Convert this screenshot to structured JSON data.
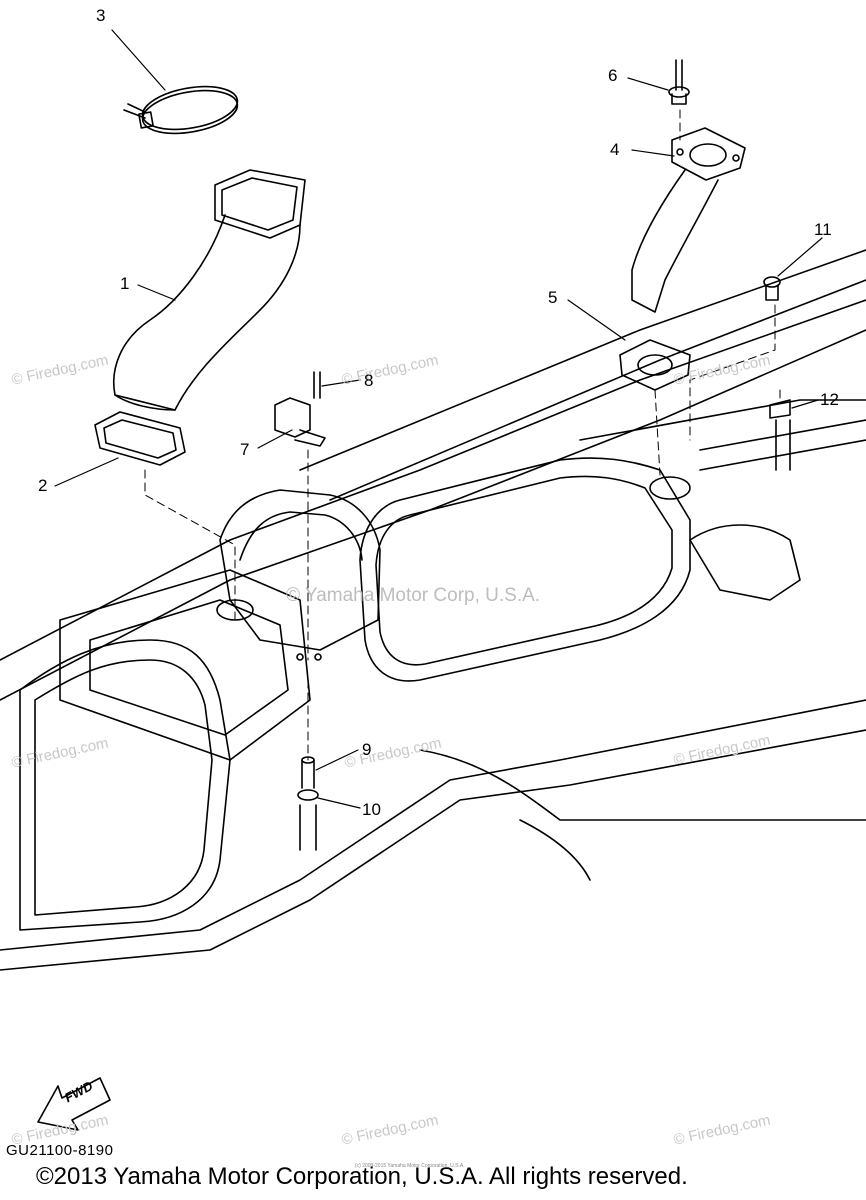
{
  "callouts": [
    {
      "id": "c1",
      "label": "1"
    },
    {
      "id": "c2",
      "label": "2"
    },
    {
      "id": "c3",
      "label": "3"
    },
    {
      "id": "c4",
      "label": "4"
    },
    {
      "id": "c5",
      "label": "5"
    },
    {
      "id": "c6",
      "label": "6"
    },
    {
      "id": "c7",
      "label": "7"
    },
    {
      "id": "c8",
      "label": "8"
    },
    {
      "id": "c9",
      "label": "9"
    },
    {
      "id": "c10",
      "label": "10"
    },
    {
      "id": "c11",
      "label": "11"
    },
    {
      "id": "c12",
      "label": "12"
    }
  ],
  "watermarks": {
    "firedog": "© Firedog.com",
    "center": "© Yamaha Motor Corp, U.S.A."
  },
  "fwd_label": "FWD",
  "drawing_code": "GU21100-8190",
  "tiny_notice": "(c) 2009-2015 Yamaha Motor Corporation, U.S.A.",
  "copyright": "©2013 Yamaha Motor Corporation, U.S.A. All rights reserved."
}
